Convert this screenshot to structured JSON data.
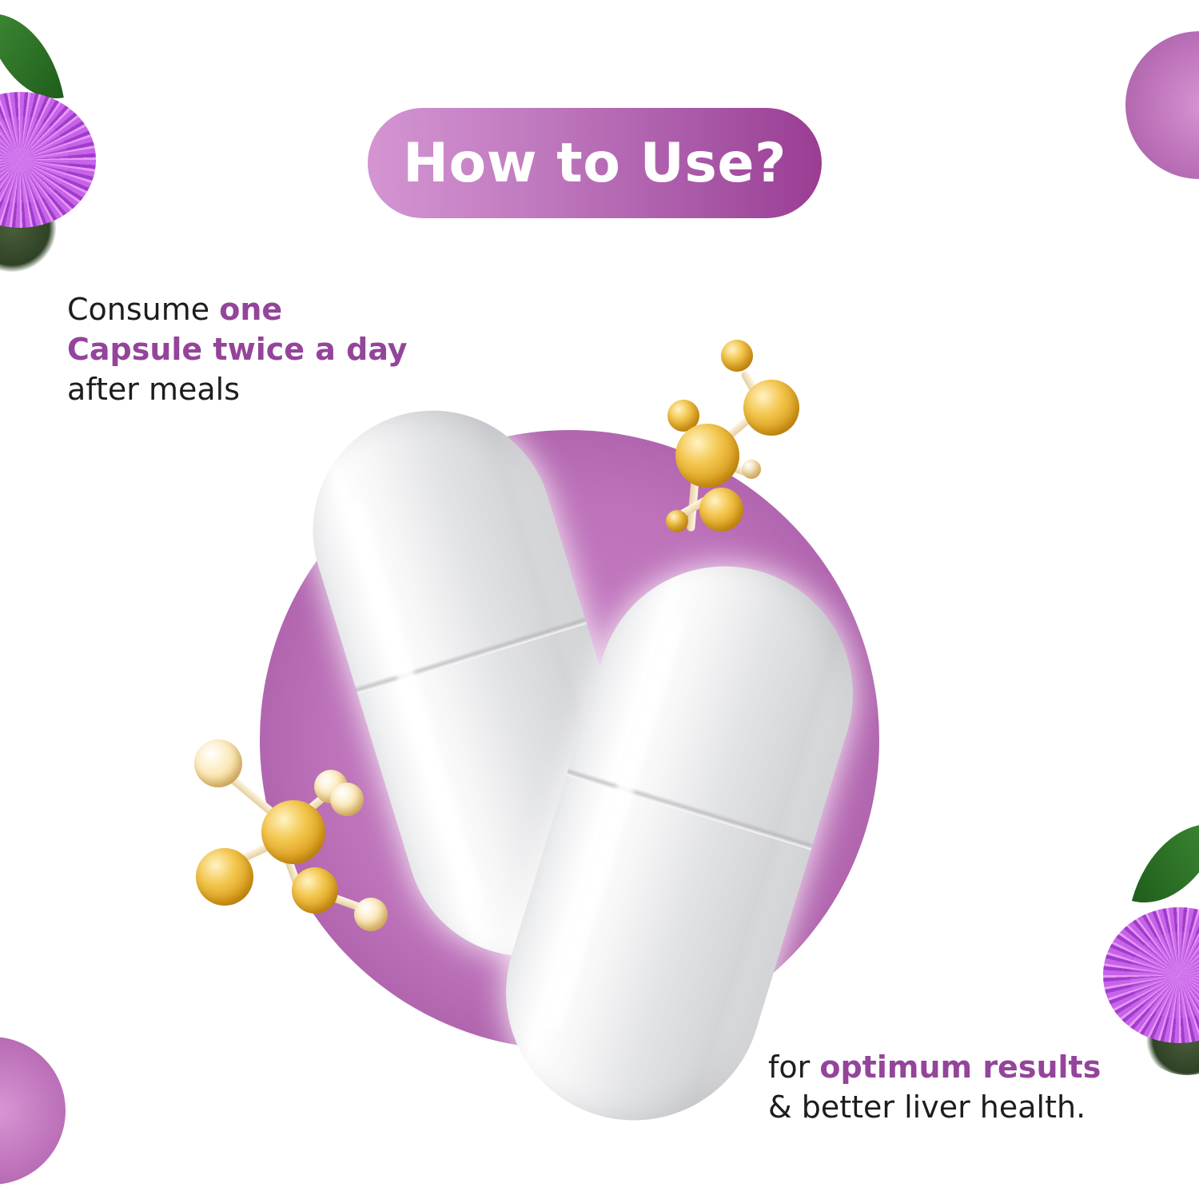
{
  "title": "How to Use?",
  "instructions": {
    "line1_plain": "Consume ",
    "line1_accent": "one",
    "line2_accent": "Capsule twice a day",
    "line3_plain": "after meals"
  },
  "benefit": {
    "line1_plain": "for ",
    "line1_accent": "optimum results",
    "line2_plain": "& better liver health."
  },
  "colors": {
    "accent": "#94449a",
    "pill_start": "#d495d2",
    "pill_end": "#9a3d93",
    "circle": "#bd72ba",
    "text": "#1d1d1d"
  },
  "decorations": {
    "icons": [
      "thistle-flower",
      "purple-sphere",
      "capsule",
      "golden-molecule"
    ]
  }
}
